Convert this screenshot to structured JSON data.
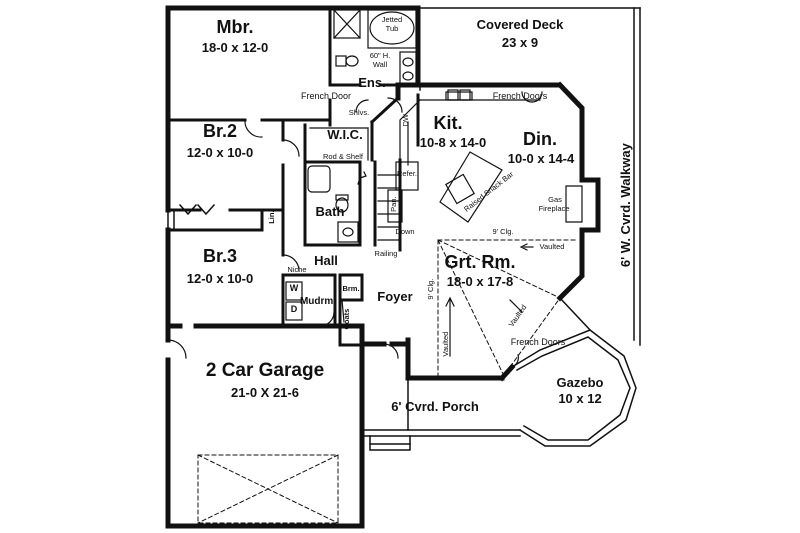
{
  "rooms": {
    "mbr": {
      "name": "Mbr.",
      "dims": "18-0 x 12-0"
    },
    "br2": {
      "name": "Br.2",
      "dims": "12-0 x 10-0"
    },
    "br3": {
      "name": "Br.3",
      "dims": "12-0 x 10-0"
    },
    "garage": {
      "name": "2 Car Garage",
      "dims": "21-0 X 21-6"
    },
    "kit": {
      "name": "Kit.",
      "dims": "10-8 x 14-0"
    },
    "din": {
      "name": "Din.",
      "dims": "10-0 x 14-4"
    },
    "grt": {
      "name": "Grt. Rm.",
      "dims": "18-0 x 17-8"
    },
    "deck": {
      "name": "Covered Deck",
      "dims": "23 x 9"
    },
    "gazebo": {
      "name": "Gazebo",
      "dims": "10 x 12"
    }
  },
  "labels": {
    "ens": "Ens.",
    "wic": "W.I.C.",
    "bath": "Bath",
    "hall": "Hall",
    "foyer": "Foyer",
    "mudrm": "Mudrm.",
    "porch": "6' Cvrd. Porch",
    "walkway": "6' W. Cvrd. Walkway",
    "jetted_tub_1": "Jetted",
    "jetted_tub_2": "Tub",
    "wall_1": "60\" H.",
    "wall_2": "Wall",
    "french_door": "French Door",
    "french_doors_kit": "French Doors",
    "french_doors_grt": "French Doors",
    "shlvs": "Shlvs.",
    "rod_shelf": "Rod & Shelf",
    "dw": "DW",
    "refer": "Refer.",
    "pan": "Pan.",
    "down": "Down",
    "railing": "Railing",
    "snack_bar": "Raised Snack Bar",
    "gas_1": "Gas",
    "gas_2": "Fireplace",
    "clg_top": "9' Clg.",
    "clg_side": "9' Clg.",
    "vaulted_1": "Vaulted",
    "vaulted_2": "Vaulted",
    "vaulted_3": "Vaulted",
    "niche": "Niche",
    "w": "W",
    "d": "D",
    "brm": "Brm.",
    "coats": "Coats",
    "lin": "Lin."
  },
  "colors": {
    "wall": "#111111",
    "fixture": "#333333",
    "background": "#ffffff"
  }
}
